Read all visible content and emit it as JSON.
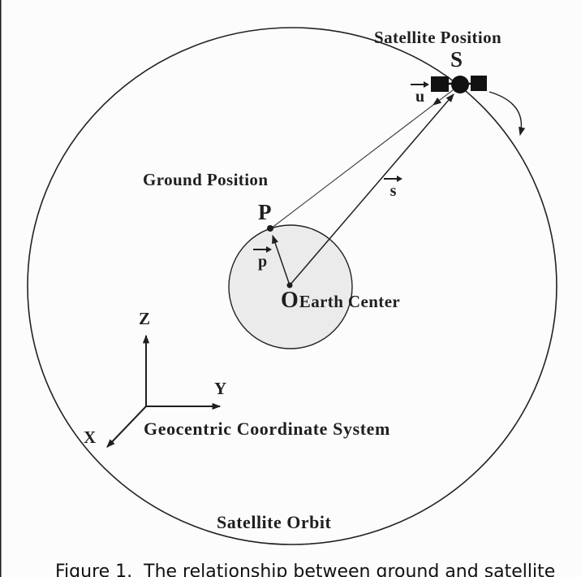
{
  "colors": {
    "background": "#fcfcfc",
    "ink": "#1f1f1f",
    "line": "#222222",
    "earth_fill": "#ebebeb"
  },
  "diagram": {
    "satellite_position_label": "Satellite Position",
    "satellite_point_label": "S",
    "vector_u_label": "u",
    "vector_s_label": "s",
    "vector_p_label": "p",
    "ground_position_label": "Ground Position",
    "ground_point_label": "P",
    "earth_center_point_label": "O",
    "earth_center_label": "Earth Center",
    "axis_z_label": "Z",
    "axis_y_label": "Y",
    "axis_x_label": "X",
    "coordinate_system_label": "Geocentric Coordinate System",
    "orbit_label": "Satellite Orbit"
  },
  "caption": "Figure 1.  The relationship between ground and satellite"
}
